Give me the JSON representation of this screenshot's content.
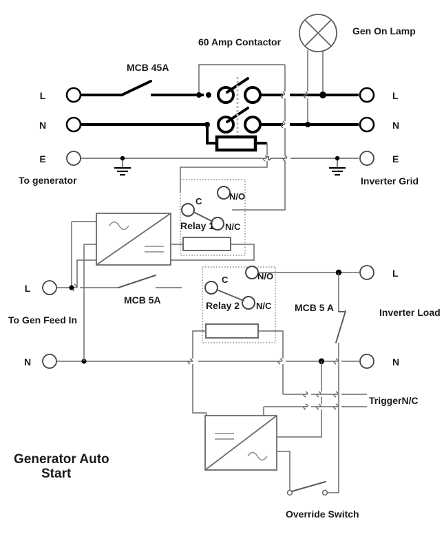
{
  "diagram": {
    "title": "Generator Auto Start",
    "components": {
      "mcb45a": "MCB 45A",
      "contactor": "60 Amp Contactor",
      "gen_on_lamp": "Gen On Lamp",
      "relay1": "Relay 1",
      "relay2": "Relay 2",
      "mcb5a_left": "MCB 5A",
      "mcb5a_right": "MCB 5 A",
      "override_switch": "Override Switch",
      "trigger": "TriggerN/C"
    },
    "sources": {
      "to_generator": "To generator",
      "to_gen_feed_in": "To Gen Feed In"
    },
    "destinations": {
      "inverter_grid": "Inverter Grid",
      "inverter_load": "Inverter Load"
    },
    "terminals": {
      "gen_l": "L",
      "gen_n": "N",
      "gen_e": "E",
      "grid_l": "L",
      "grid_n": "N",
      "grid_e": "E",
      "feed_l": "L",
      "feed_n": "N",
      "load_l": "L",
      "load_n": "N"
    },
    "relay_contacts": {
      "r1_c": "C",
      "r1_no": "N/O",
      "r1_nc": "N/C",
      "r2_c": "C",
      "r2_no": "N/O",
      "r2_nc": "N/C"
    },
    "colors": {
      "power_line": "#000000",
      "control_line": "#5a5a5a",
      "background": "#ffffff",
      "text": "#1a1a1a"
    }
  }
}
